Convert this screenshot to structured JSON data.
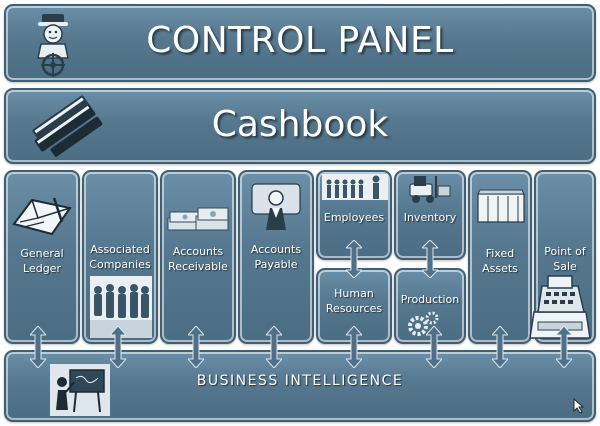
{
  "header": {
    "title": "CONTROL PANEL"
  },
  "cashbook": {
    "label": "Cashbook"
  },
  "modules": {
    "general_ledger": [
      "General",
      "Ledger"
    ],
    "associated_companies": [
      "Associated",
      "Companies"
    ],
    "accounts_receivable": [
      "Accounts",
      "Receivable"
    ],
    "accounts_payable": [
      "Accounts",
      "Payable"
    ],
    "employees": [
      "Employees"
    ],
    "human_resources": [
      "Human",
      "Resources"
    ],
    "inventory": [
      "Inventory"
    ],
    "production": [
      "Production"
    ],
    "fixed_assets": [
      "Fixed",
      "Assets"
    ],
    "point_of_sale": [
      "Point of",
      "Sale"
    ]
  },
  "footer": {
    "label": "BUSINESS INTELLIGENCE"
  },
  "colors": {
    "panel": "#55788f",
    "border": "#3f5f74",
    "text": "#ffffff"
  },
  "icons": {
    "header": "captain-mascot-icon",
    "cashbook": "book-stack-icon",
    "general_ledger": "ledger-book-icon",
    "associated_companies": "people-group-icon",
    "accounts_receivable": "money-stack-icon",
    "accounts_payable": "person-money-icon",
    "employees": "silhouettes-icon",
    "inventory": "forklift-icon",
    "production": "gears-icon",
    "fixed_assets": "building-icon",
    "point_of_sale": "cash-register-icon",
    "business_intelligence": "chalkboard-icon"
  }
}
